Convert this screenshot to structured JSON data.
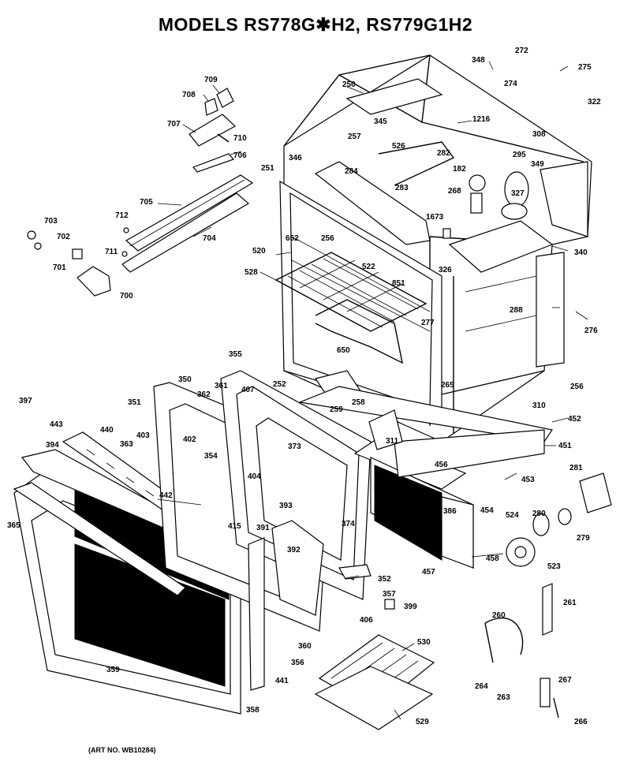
{
  "title": "MODELS RS778G✱H2, RS779G1H2",
  "art_number": "(ART NO. WB10284)",
  "part_labels": [
    "709",
    "708",
    "707",
    "710",
    "706",
    "705",
    "712",
    "704",
    "711",
    "703",
    "702",
    "701",
    "700",
    "250",
    "257",
    "345",
    "526",
    "282",
    "1216",
    "348",
    "272",
    "274",
    "275",
    "322",
    "308",
    "295",
    "349",
    "327",
    "182",
    "268",
    "283",
    "284",
    "346",
    "251",
    "1673",
    "340",
    "520",
    "652",
    "256",
    "522",
    "528",
    "851",
    "326",
    "277",
    "650",
    "288",
    "276",
    "355",
    "350",
    "252",
    "310",
    "256",
    "259",
    "258",
    "265",
    "311",
    "452",
    "451",
    "397",
    "443",
    "351",
    "362",
    "361",
    "407",
    "440",
    "403",
    "363",
    "402",
    "354",
    "373",
    "394",
    "442",
    "404",
    "453",
    "454",
    "456",
    "281",
    "524",
    "280",
    "279",
    "365",
    "415",
    "391",
    "393",
    "392",
    "374",
    "386",
    "457",
    "458",
    "523",
    "352",
    "357",
    "399",
    "261",
    "260",
    "406",
    "530",
    "359",
    "360",
    "356",
    "358",
    "441",
    "264",
    "263",
    "267",
    "266",
    "529"
  ]
}
